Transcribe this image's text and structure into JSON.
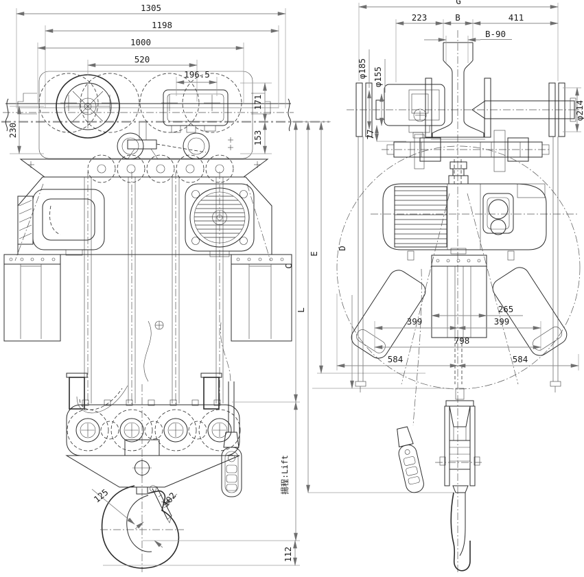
{
  "style": {
    "background": "#ffffff",
    "line_color": "#2b2b2b",
    "dim_line_color": "#8a8a8a",
    "text_color": "#1c1c1c"
  },
  "dims": {
    "d1305": "1305",
    "d1198": "1198",
    "d1000": "1000",
    "d520": "520",
    "d196_5": "196.5",
    "d230": "230",
    "d171": "171",
    "d153": "153",
    "G": "G",
    "d223": "223",
    "B": "B",
    "d411": "411",
    "B90": "B-90",
    "phi185": "φ185",
    "phi155": "φ155",
    "d77": "77",
    "phi214": "φ214",
    "C": "C",
    "L": "L",
    "E": "E",
    "D": "D",
    "d265": "265",
    "d399l": "399",
    "d399r": "399",
    "d798": "798",
    "d584l": "584",
    "d584r": "584",
    "d125": "125",
    "d102": "102",
    "d112": "112",
    "lift": "揚程:Lift"
  }
}
